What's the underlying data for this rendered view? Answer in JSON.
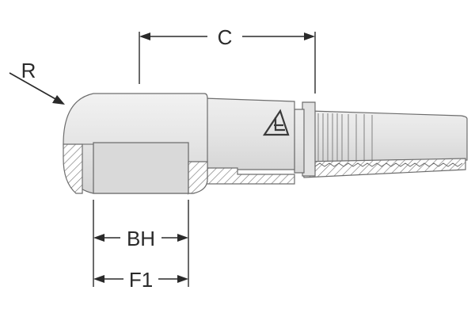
{
  "dimensions": {
    "c_label": "C",
    "r_label": "R",
    "bh_label": "BH",
    "f1_label": "F1"
  },
  "colors": {
    "body_fill": "#e8e8e8",
    "shade_fill": "#cfcfcf",
    "outline": "#6d6d6d",
    "dimension_ink": "#2a2a2a",
    "hatch": "#7a7a7a"
  },
  "icons": {
    "logo": "triangle-brand-mark-icon"
  }
}
